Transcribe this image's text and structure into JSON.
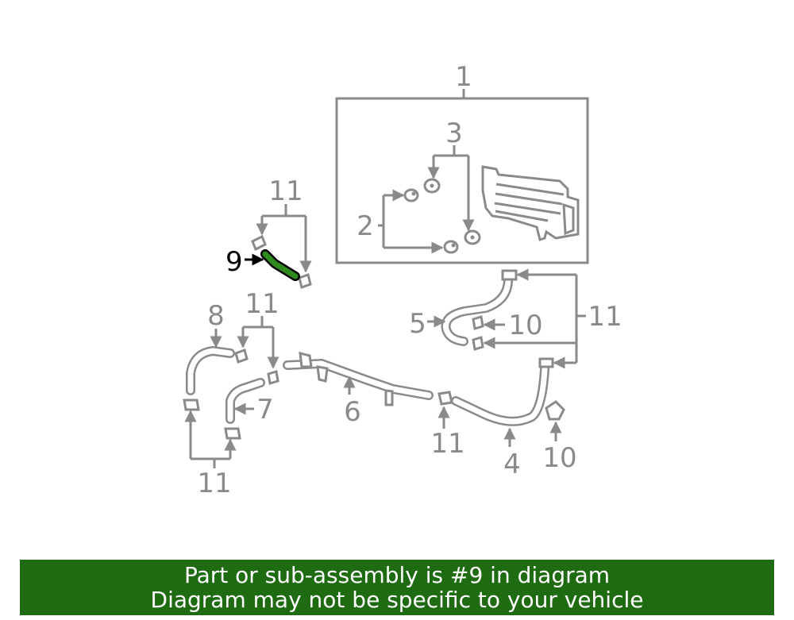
{
  "callouts": {
    "c1": "1",
    "c2": "2",
    "c3": "3",
    "c4": "4",
    "c5": "5",
    "c6": "6",
    "c7": "7",
    "c8": "8",
    "c9": "9",
    "c10_upper": "10",
    "c10_lower": "10",
    "c11_top": "11",
    "c11_mid": "11",
    "c11_right": "11",
    "c11_bottom_mid": "11",
    "c11_bottom_left": "11"
  },
  "highlight_color": "#1e6b12",
  "banner": {
    "line1": "Part or sub-assembly is #9 in diagram",
    "line2": "Diagram may not be specific to your vehicle"
  }
}
